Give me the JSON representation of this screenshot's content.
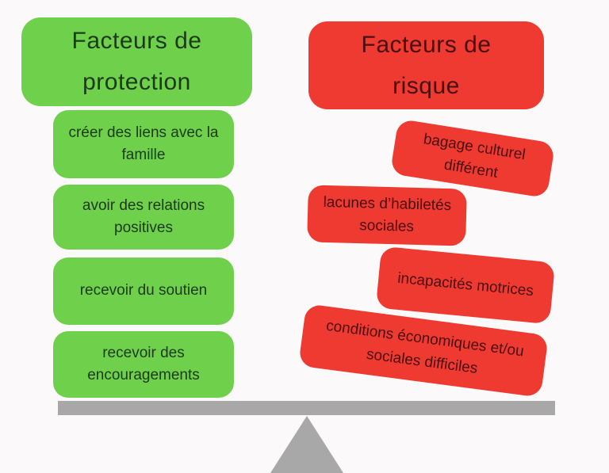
{
  "diagram": {
    "type": "balance-seesaw",
    "left_panel": {
      "title": "Facteurs de\nprotection",
      "items": [
        "créer des liens avec la\nfamille",
        "avoir des relations\npositives",
        "recevoir du soutien",
        "recevoir des\nencouragements"
      ]
    },
    "right_panel": {
      "title": "Facteurs de\nrisque",
      "items": [
        "bagage culturel\ndifférent",
        "lacunes d’habiletés\nsociales",
        "incapacités motrices",
        "conditions économiques et/ou\nsociales difficiles"
      ]
    },
    "colors": {
      "protection_box": "#6fd04c",
      "protection_text": "#1d3a18",
      "risk_box": "#ee3a30",
      "risk_text": "#4a0e10",
      "beam_gray": "#a8a8a8",
      "background": "#fbf9f9"
    }
  }
}
